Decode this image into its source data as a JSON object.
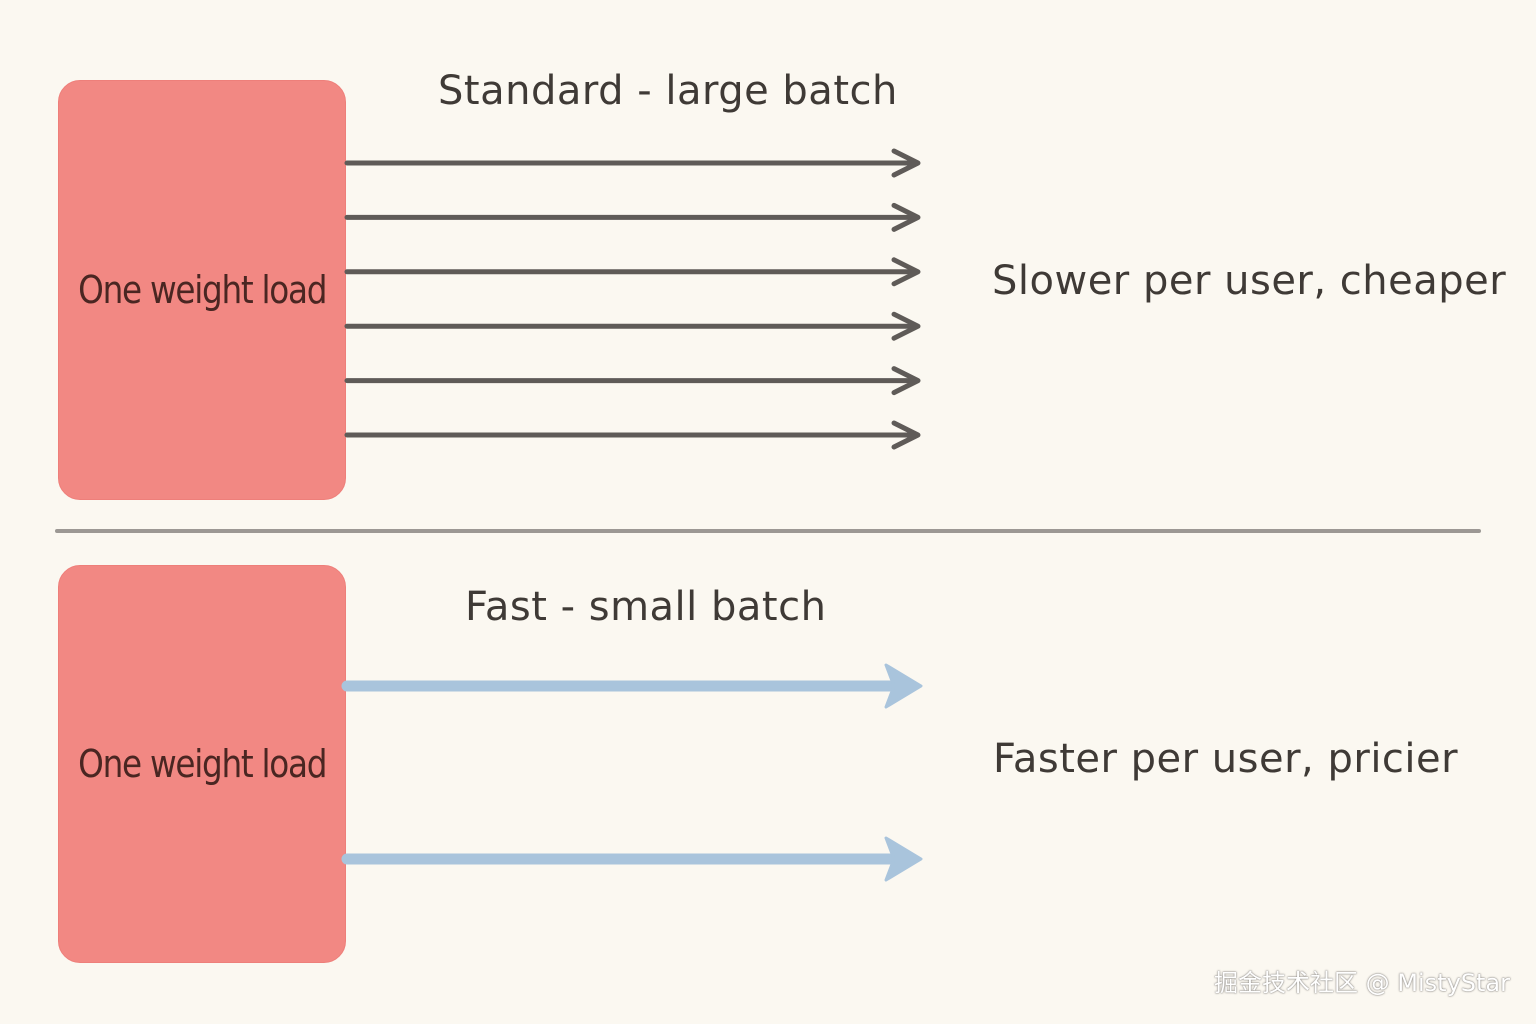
{
  "standard": {
    "box_label": "One weight load",
    "title": "Standard - large batch",
    "outcome": "Slower per user, cheaper",
    "arrow_count": 6,
    "arrow_color": "#5f5b58"
  },
  "fast": {
    "box_label": "One weight load",
    "title": "Fast - small batch",
    "outcome": "Faster per user, pricier",
    "arrow_count": 2,
    "arrow_color": "#a9c4dc"
  },
  "colors": {
    "box_fill": "#f28883",
    "background": "#fbf8f1",
    "divider": "#9c9894"
  },
  "watermark": "掘金技术社区 @ MistyStar"
}
